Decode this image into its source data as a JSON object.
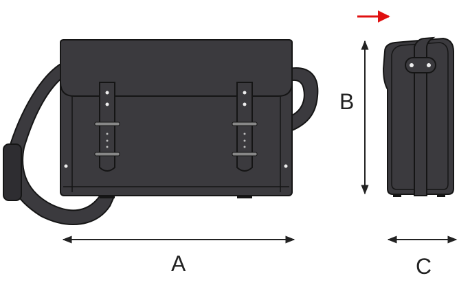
{
  "dimensions": {
    "a_label": "A",
    "b_label": "B",
    "c_label": "C"
  },
  "colors": {
    "bag": "#3b3a3e",
    "outline": "#151515",
    "arrow": "#222222",
    "direction_arrow": "#e01010"
  }
}
